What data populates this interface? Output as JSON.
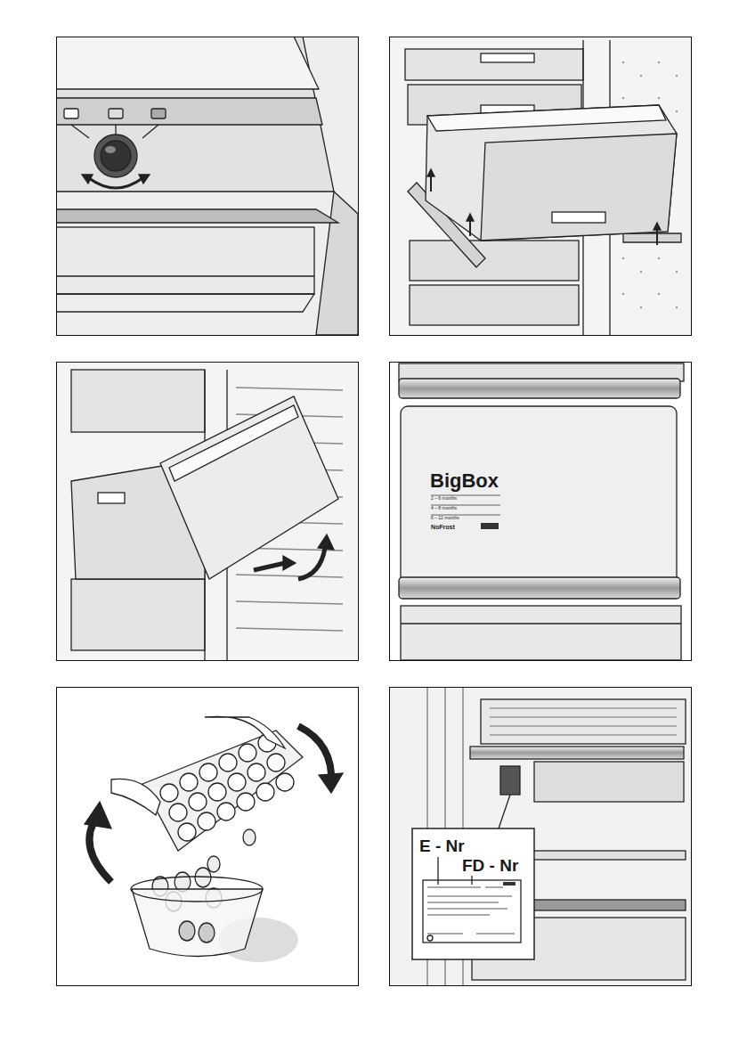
{
  "diagram": {
    "labels": [
      "BigBox",
      "2 – 6 months",
      "4 – 8 months",
      "6 – 12 months",
      "NoFrost",
      "E - Nr",
      "FD - Nr"
    ]
  }
}
